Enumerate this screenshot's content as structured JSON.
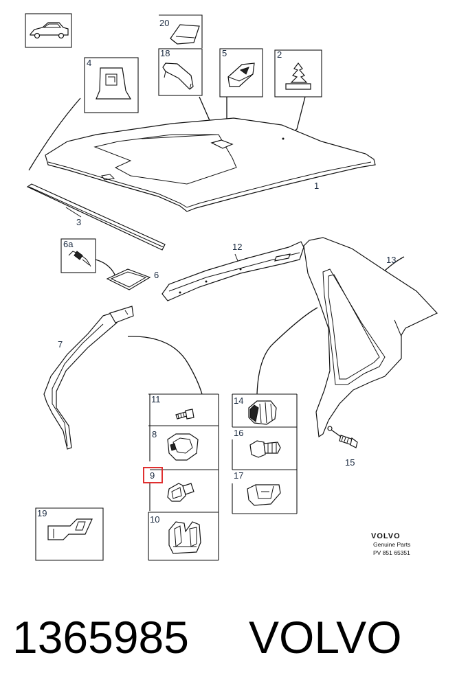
{
  "diagram": {
    "callouts": {
      "c1": "1",
      "c2": "2",
      "c3": "3",
      "c4": "4",
      "c5": "5",
      "c6": "6",
      "c6a": "6a",
      "c7": "7",
      "c8": "8",
      "c9": "9",
      "c10": "10",
      "c11": "11",
      "c12": "12",
      "c13": "13",
      "c14": "14",
      "c15": "15",
      "c16": "16",
      "c17": "17",
      "c18": "18",
      "c19": "19",
      "c20": "20"
    },
    "highlighted_callout": "9",
    "highlight_color": "#e03030",
    "brand": {
      "name": "VOLVO",
      "line1": "Genuine Parts",
      "line2": "PV 851 65351"
    }
  },
  "caption": {
    "part_number": "1365985",
    "make": "VOLVO"
  }
}
